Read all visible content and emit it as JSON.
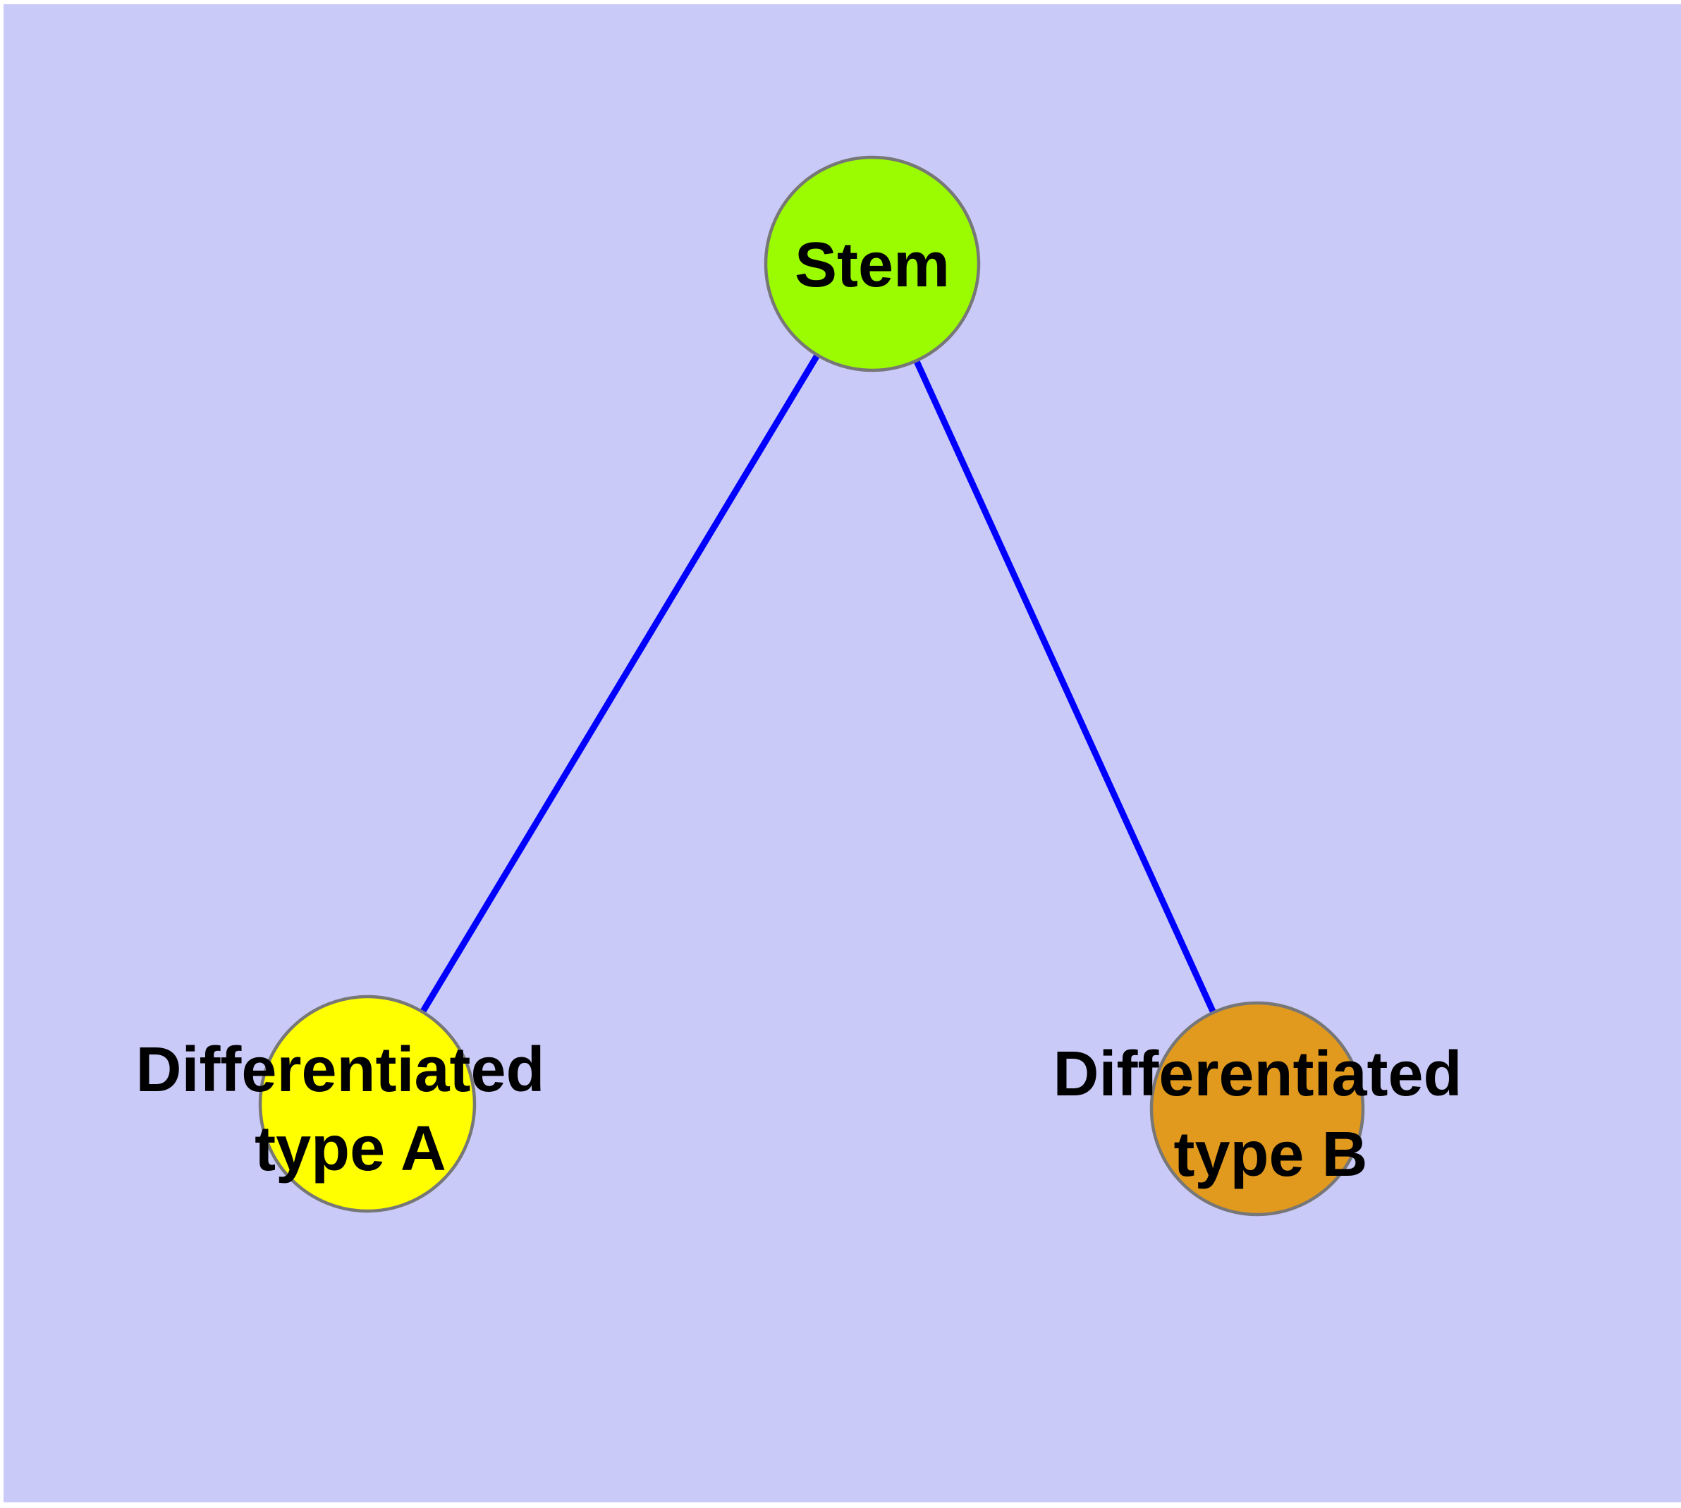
{
  "colors": {
    "page_background": "#FFFFFF",
    "panel_background": "#CACAF8",
    "edge": "#0000FF",
    "node_border": "#777777",
    "label_text": "#000000"
  },
  "graph": {
    "nodes": [
      {
        "id": "stem",
        "label": "Stem",
        "label_lines": [
          "Stem"
        ],
        "fill": "#9BFB00"
      },
      {
        "id": "differentiated-type-a",
        "label": "Differentiated type A",
        "label_lines": [
          "Differentiated",
          "type A"
        ],
        "fill": "#FFFF00"
      },
      {
        "id": "differentiated-type-b",
        "label": "Differentiated type B",
        "label_lines": [
          "Differentiated",
          "type B"
        ],
        "fill": "#E29A1E"
      }
    ],
    "edges": [
      {
        "from": "Stem",
        "to": "Differentiated type A"
      },
      {
        "from": "Stem",
        "to": "Differentiated type B"
      }
    ]
  }
}
